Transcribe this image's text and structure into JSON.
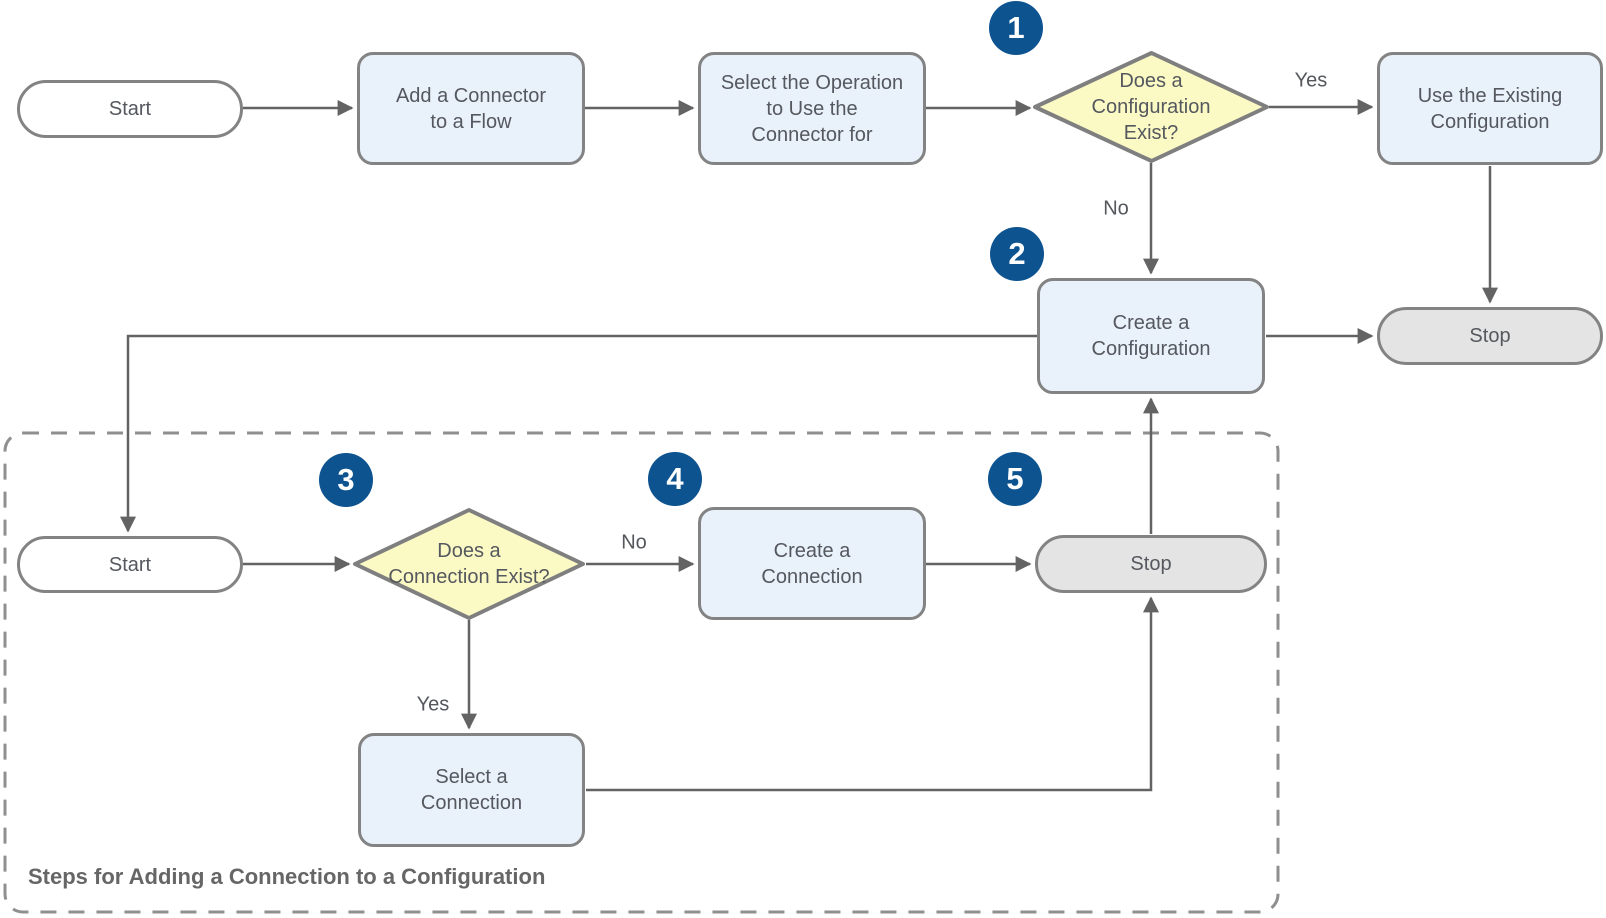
{
  "flowchart": {
    "caption": "Steps for Adding a Connection to a Configuration",
    "badges": [
      "1",
      "2",
      "3",
      "4",
      "5"
    ],
    "nodes": {
      "start_main": {
        "label": "Start",
        "type": "terminal-start"
      },
      "add_connector": {
        "label": "Add a Connector\nto a Flow",
        "type": "process"
      },
      "select_operation": {
        "label": "Select the Operation\nto Use the\nConnector for",
        "type": "process"
      },
      "config_exists": {
        "label": "Does a\nConfiguration\nExist?",
        "type": "decision"
      },
      "use_existing": {
        "label": "Use the Existing\nConfiguration",
        "type": "process"
      },
      "create_config": {
        "label": "Create a\nConfiguration",
        "type": "process"
      },
      "stop_main": {
        "label": "Stop",
        "type": "terminal-stop"
      },
      "start_sub": {
        "label": "Start",
        "type": "terminal-start"
      },
      "connection_exists": {
        "label": "Does a\nConnection Exist?",
        "type": "decision"
      },
      "create_connection": {
        "label": "Create a\nConnection",
        "type": "process"
      },
      "stop_sub": {
        "label": "Stop",
        "type": "terminal-stop"
      },
      "select_connection": {
        "label": "Select a\nConnection",
        "type": "process"
      }
    },
    "edge_labels": {
      "config_yes": "Yes",
      "config_no": "No",
      "connection_no": "No",
      "connection_yes": "Yes"
    },
    "colors": {
      "process_fill": "#e9f1fb",
      "decision_fill": "#fbfac5",
      "start_fill": "#ffffff",
      "stop_fill": "#e4e4e4",
      "node_border": "#838383",
      "connector": "#636363",
      "dashed_container_border": "#8f8f8f",
      "badge_fill": "#0d538f",
      "badge_text": "#ffffff",
      "node_text": "#55585e",
      "caption_text": "#666666"
    }
  }
}
